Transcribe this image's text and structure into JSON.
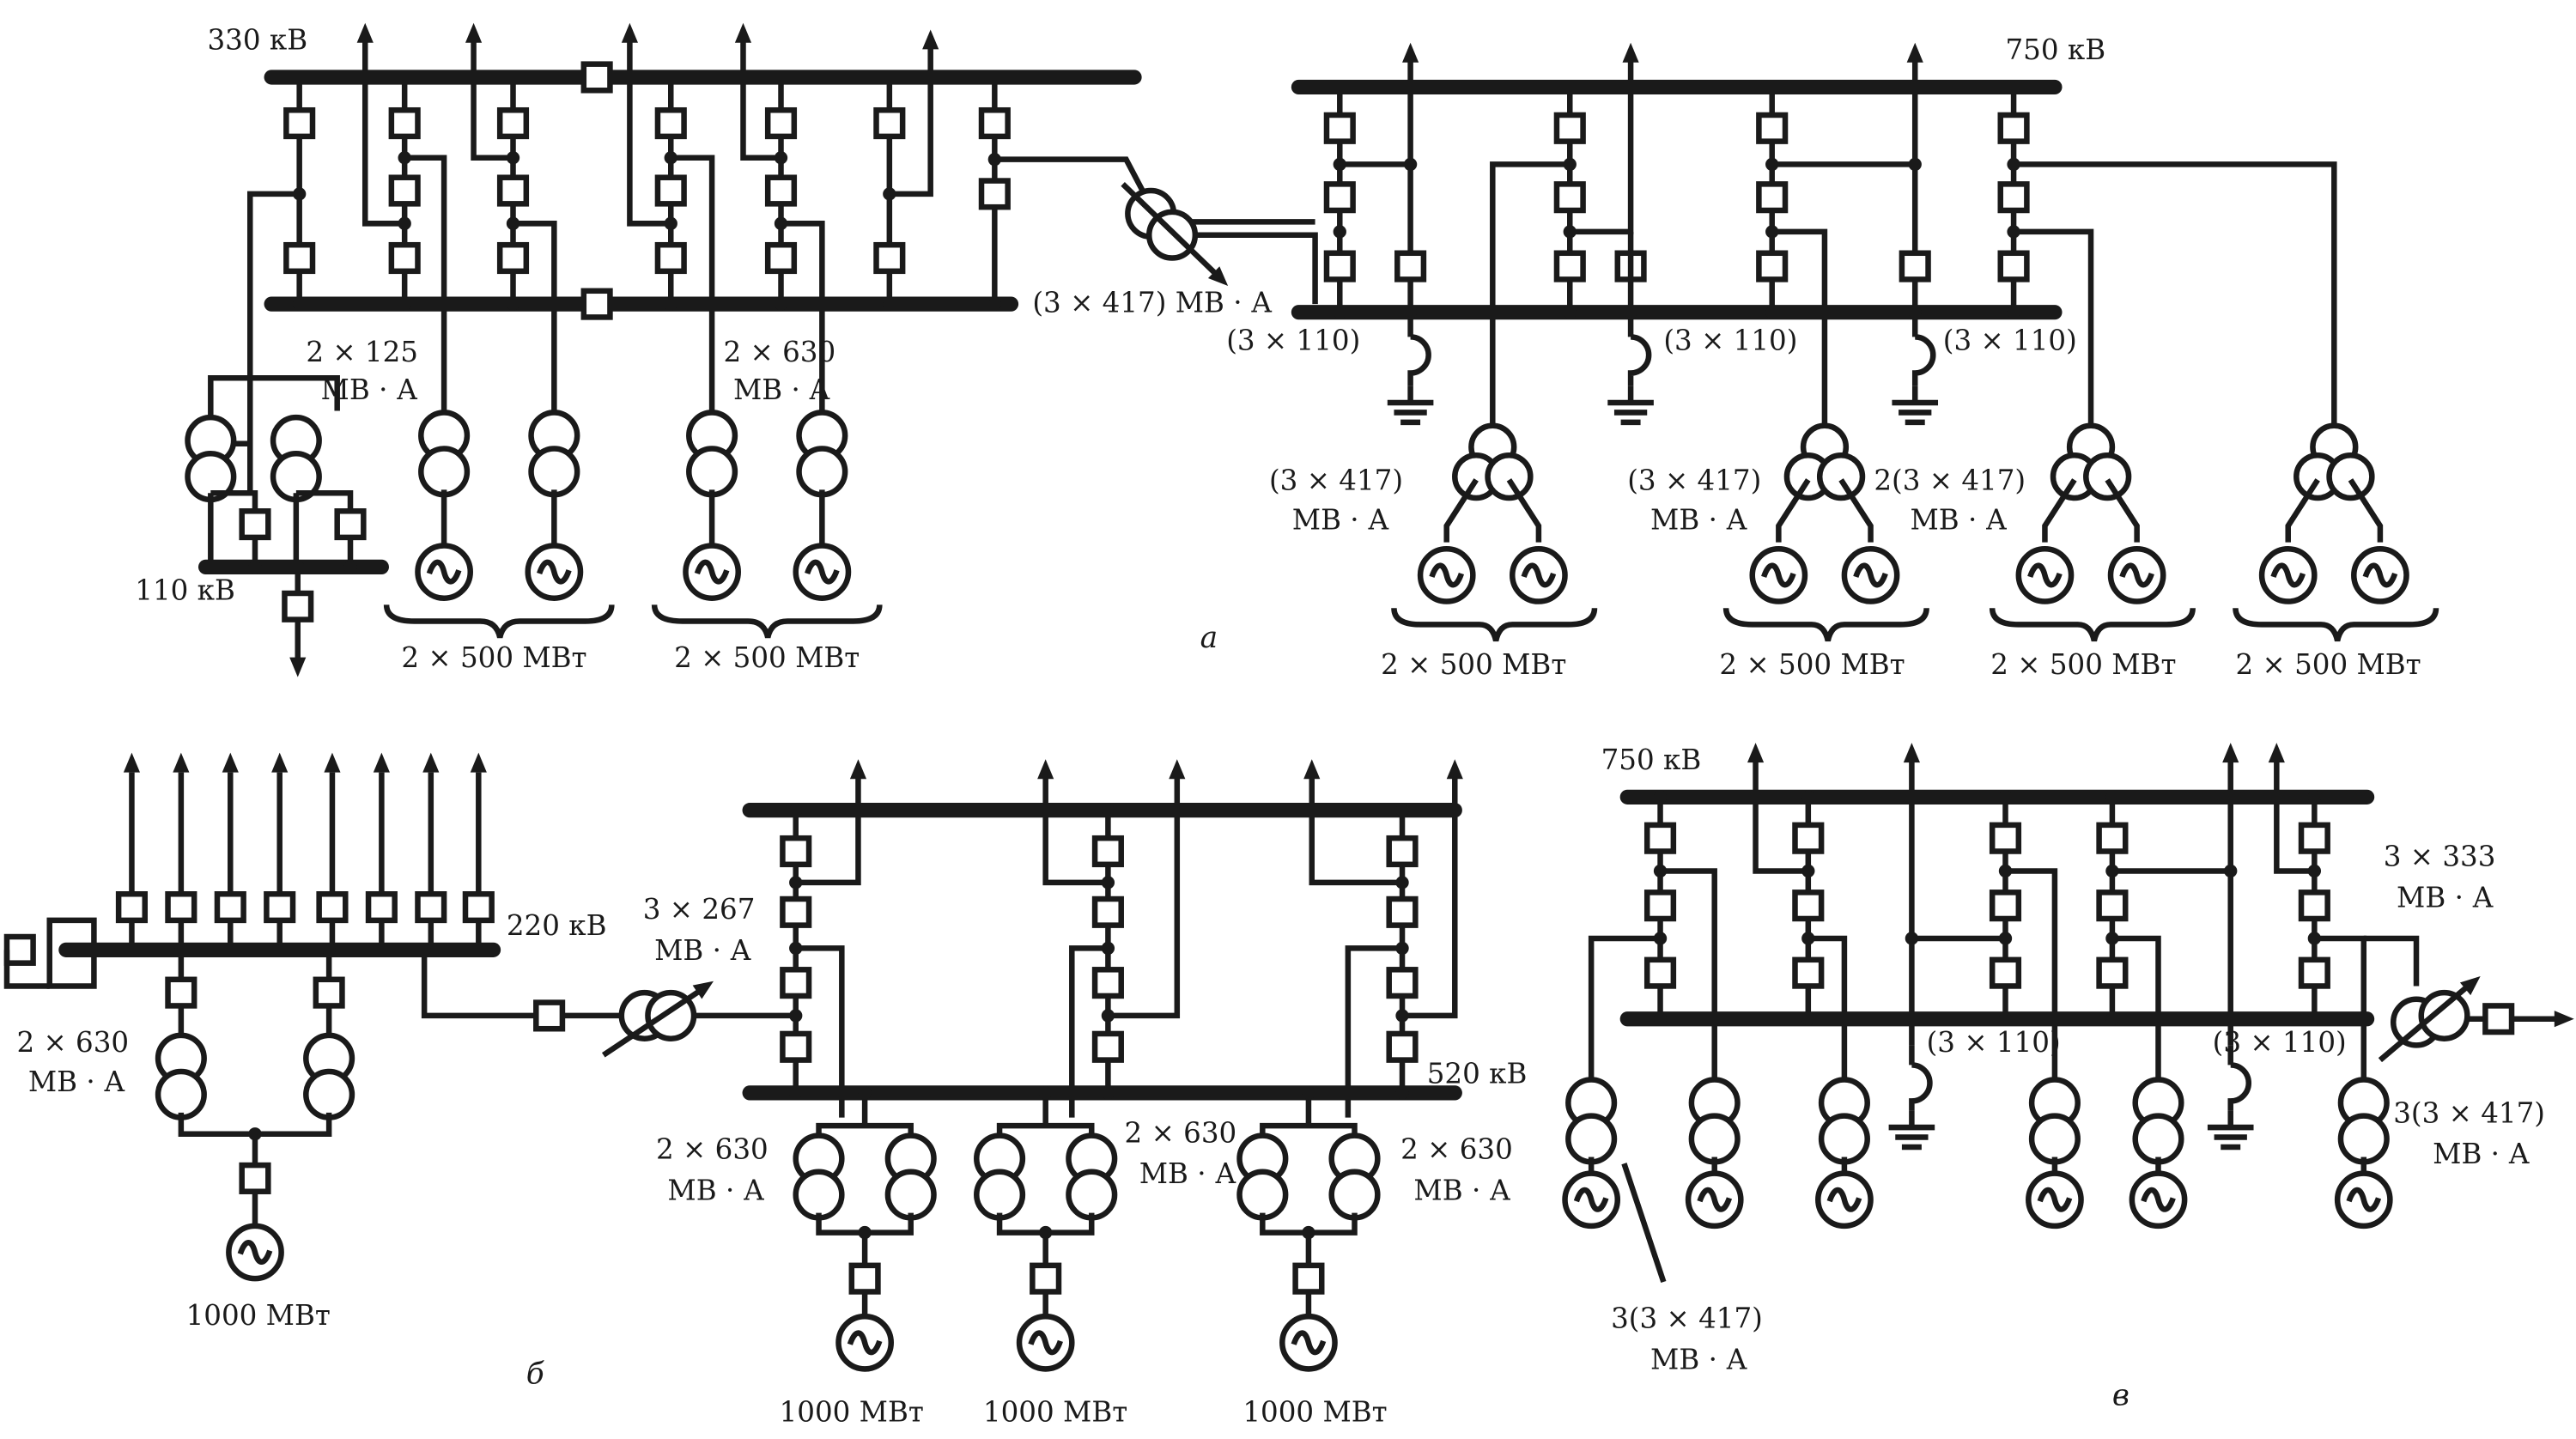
{
  "panel_a": {
    "letter": "а",
    "bus_330": "330 кВ",
    "bus_750": "750 кВ",
    "bus_110": "110 кВ",
    "aux_tr_1": "2 × 125",
    "aux_tr_1_unit": "МВ · А",
    "aux_tr_2": "2 × 630",
    "aux_tr_2_unit": "МВ · А",
    "autotr": "(3 × 417) МВ · А",
    "reactor_1": "(3 × 110)",
    "reactor_2": "(3 × 110)",
    "reactor_3": "(3 × 110)",
    "tr_1": "(3 × 417)",
    "tr_1_unit": "МВ · А",
    "tr_2": "(3 × 417)",
    "tr_2_unit": "МВ · А",
    "tr_3": "2(3 × 417)",
    "tr_3_unit": "МВ · А",
    "gen_1": "2 × 500 МВт",
    "gen_2": "2 × 500 МВт",
    "gen_3": "2 × 500 МВт",
    "gen_4": "2 × 500 МВт",
    "gen_5": "2 × 500 МВт",
    "gen_6": "2 × 500 МВт"
  },
  "panel_b": {
    "letter": "б",
    "bus_220": "220 кВ",
    "bus_520": "520 кВ",
    "autotr": "3 × 267",
    "autotr_unit": "МВ · А",
    "tr_left": "2 × 630",
    "tr_left_unit": "МВ · А",
    "tr_1": "2 × 630",
    "tr_1_unit": "МВ · А",
    "tr_2": "2 × 630",
    "tr_2_unit": "МВ · А",
    "tr_3": "2 × 630",
    "tr_3_unit": "МВ · А",
    "gen_left": "1000 МВт",
    "gen_1": "1000 МВт",
    "gen_2": "1000 МВт",
    "gen_3": "1000 МВт"
  },
  "panel_c": {
    "letter": "в",
    "bus_750": "750 кВ",
    "autotr": "3 × 333",
    "autotr_unit": "МВ · А",
    "reactor_1": "(3 × 110)",
    "reactor_2": "(3 × 110)",
    "tr_right": "3(3 × 417)",
    "tr_right_unit": "МВ · А",
    "tr_left": "3(3 × 417)",
    "tr_left_unit": "МВ · А"
  }
}
